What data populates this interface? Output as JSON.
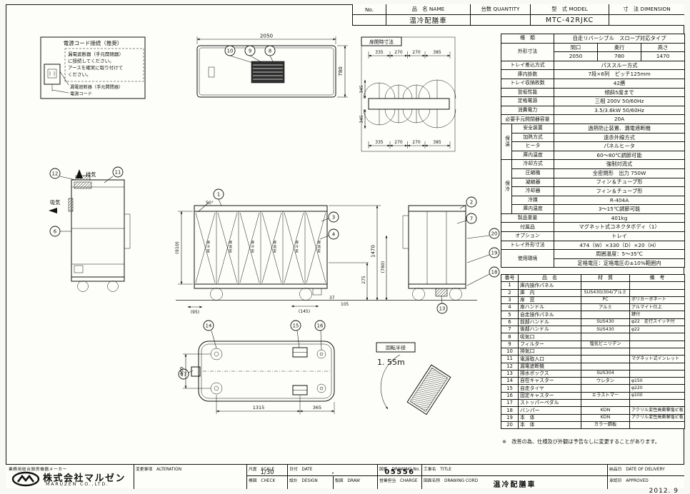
{
  "header": {
    "no_label": "No.",
    "name_label": "品　名 NAME",
    "name_value": "温冷配膳車",
    "qty_label": "台数 QUANTITY",
    "model_label": "型　式 MODEL",
    "model_value": "MTC-42RJKC",
    "sep": "．",
    "dim_label": "寸　法 DIMENSION"
  },
  "spec": {
    "rows": [
      {
        "type": "simple",
        "label": "種　類",
        "value": "自走リバーシブル　スロープ対応タイプ"
      },
      {
        "type": "dims",
        "label": "外形寸法",
        "cols": [
          "間口",
          "奥行",
          "高さ"
        ],
        "vals": [
          "2050",
          "780",
          "1470"
        ]
      },
      {
        "type": "simple",
        "label": "トレイ差込方式",
        "value": "パススルー方式"
      },
      {
        "type": "simple",
        "label": "庫内掛数",
        "value": "7段×6列　ピッチ125mm"
      },
      {
        "type": "simple",
        "label": "トレイ収納枚数",
        "value": "42膳"
      },
      {
        "type": "simple",
        "label": "登坂性能",
        "value": "傾斜5度まで"
      },
      {
        "type": "simple",
        "label": "定格電源",
        "value": "三相 200V 50/60Hz"
      },
      {
        "type": "simple",
        "label": "消費電力",
        "value": "3.5/3.6kW 50/60Hz"
      },
      {
        "type": "simple",
        "label": "必要手元開閉器容量",
        "value": "20A"
      },
      {
        "type": "group",
        "group": "保温",
        "rows": [
          [
            "安全装置",
            "過熱防止装置、漏電遮断機"
          ],
          [
            "加熱方式",
            "遠赤外線方式"
          ],
          [
            "ヒータ",
            "パネルヒータ"
          ],
          [
            "庫内温度",
            "60〜80℃調節可能"
          ]
        ]
      },
      {
        "type": "group",
        "group": "保冷",
        "rows": [
          [
            "冷却方式",
            "強制対流式"
          ],
          [
            "圧縮機",
            "全密閉形　出力 750W"
          ],
          [
            "凝縮器",
            "フィン＆チューブ形"
          ],
          [
            "冷却器",
            "フィン＆チューブ形"
          ],
          [
            "冷媒",
            "R-404A"
          ],
          [
            "庫内温度",
            "3〜15℃調節可能"
          ]
        ]
      },
      {
        "type": "simple",
        "label": "製品重量",
        "value": "401kg"
      },
      {
        "type": "simple",
        "label": "付属品",
        "value": "マグネット式コネクタボディ（1）"
      },
      {
        "type": "simple",
        "label": "オプション",
        "value": "トレイ"
      },
      {
        "type": "simple",
        "label": "トレイ外形寸法",
        "value": "474（W）×330（D）×20（H）"
      },
      {
        "type": "multi",
        "label": "使用環境",
        "values": [
          "周囲温度：5〜35℃",
          "定格電圧：定格電圧の±10%範囲内"
        ]
      }
    ]
  },
  "parts": {
    "headers": [
      "番号",
      "品　名",
      "材　質",
      "備　考"
    ],
    "rows": [
      [
        "1",
        "庫内操作パネル",
        "",
        ""
      ],
      [
        "2",
        "庫　内",
        "SUS430/304/アルミ",
        ""
      ],
      [
        "3",
        "扉　窓",
        "PC",
        "ポリカーボネート"
      ],
      [
        "4",
        "扉ハンドル",
        "アルミ",
        "アルマイト仕上"
      ],
      [
        "5",
        "自走操作パネル",
        "",
        "鍵付"
      ],
      [
        "6",
        "前部ハンドル",
        "SUS430",
        "φ22　走行スイッチ付"
      ],
      [
        "7",
        "後部ハンドル",
        "SUS430",
        "φ22"
      ],
      [
        "8",
        "吸気口",
        "",
        ""
      ],
      [
        "9",
        "フィルター",
        "塩化ビニリデン",
        ""
      ],
      [
        "10",
        "排気口",
        "",
        ""
      ],
      [
        "11",
        "電源取入口",
        "",
        "マグネット式インレット"
      ],
      [
        "12",
        "漏電遮断機",
        "",
        ""
      ],
      [
        "13",
        "排水ボックス",
        "SUS304",
        ""
      ],
      [
        "14",
        "自在キャスター",
        "ウレタン",
        "φ150"
      ],
      [
        "15",
        "自走タイヤ",
        "",
        "φ220"
      ],
      [
        "16",
        "固定キャスター",
        "エラストマー",
        "φ100"
      ],
      [
        "17",
        "ストッパーペダル",
        "",
        ""
      ],
      [
        "18",
        "バンパー",
        "KDN",
        "アクリル変性高衝撃塩ビ板"
      ],
      [
        "19",
        "本　体",
        "KDN",
        "アクリル変性高衝撃塩ビ板"
      ],
      [
        "20",
        "本　体",
        "カラー鋼板",
        ""
      ]
    ]
  },
  "note": "※　改善の為、仕様及び外観は予告なしに変更することがあります。",
  "footer": {
    "tagline": "業務用総合厨房機器メーカー",
    "company": "株式会社マルゼン",
    "company_en": "MARUZEN  CO.,LTD.",
    "alteration_label": "変更事項　ALTERATION",
    "scale_label": "尺度　SCALE",
    "scale_value": "1/30",
    "date_label": "日付　DATE",
    "date_value": "・",
    "dwg_no_label": "図番　DRAWING No.",
    "dwg_no_value": "05556",
    "title_label": "工事名　TITLE",
    "delivery_label": "納品日　DATE OF DELIVERY",
    "check_label": "検図　CHECK",
    "design_label": "設計　DESIGN",
    "draw_label": "製図　DRAW",
    "charge_label": "営業担当　CHARGE",
    "dwg_name_label": "図面名称　DRAWING CORD",
    "dwg_name_value": "温冷配膳車",
    "approved_label": "承認印　APPROVED",
    "date_stamp": "2012. 9"
  },
  "drawing": {
    "power_note": {
      "title": "電源コード接続（推奨）",
      "body1": "漏電遮断器（手元開閉器）",
      "body2": "に接続してください。",
      "body3": "アースを確実に取り付けて",
      "body4": "ください。",
      "label_breaker": "漏電遮断器（手元開閉器）",
      "label_cord": "電源コード"
    },
    "top_view": {
      "dim_w": "2050",
      "dim_d": "780",
      "c10": "10",
      "c9": "9",
      "c8": "8"
    },
    "door_open": {
      "title": "扉開時寸法",
      "top_dims": [
        "335",
        "270",
        "270",
        "385"
      ],
      "left_dims": [
        "345",
        "345"
      ],
      "bottom_dims": [
        "335",
        "270",
        "270",
        "385"
      ]
    },
    "left_view": {
      "exhaust": "排気",
      "intake": "吸気",
      "c12": "12",
      "c11": "11",
      "c6": "6"
    },
    "front_view": {
      "angle": "50°",
      "c1": "1",
      "c3": "3",
      "c4": "4",
      "dim_910": "(910)",
      "dim_1470": "1470",
      "dim_780": "(780)",
      "dim_275": "275",
      "dim_37": "37",
      "dim_105": "105",
      "dim_95": "(95)",
      "dim_145": "(145)",
      "door_labels": [
        "保冷室",
        "保温室",
        "保冷室",
        "保温室",
        "保冷室",
        "保温室"
      ]
    },
    "right_view": {
      "c2": "2",
      "c7": "7",
      "c20": "20",
      "c19": "19",
      "c18": "18",
      "c13": "13"
    },
    "bottom_view": {
      "dim_460": "460",
      "dim_1315": "1315",
      "dim_365": "365",
      "c14": "14",
      "c15": "15",
      "c16": "16",
      "c17": "17"
    },
    "turning": {
      "label": "回転半径",
      "value": "1. 55m"
    }
  }
}
